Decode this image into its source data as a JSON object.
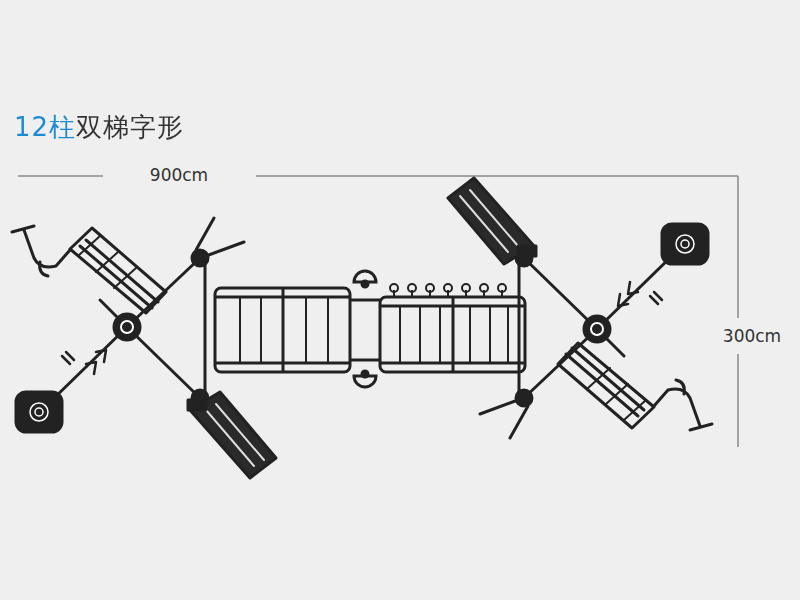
{
  "diagram": {
    "title": "12柱双梯字形",
    "labels": [
      "900cm",
      "300cm"
    ]
  }
}
